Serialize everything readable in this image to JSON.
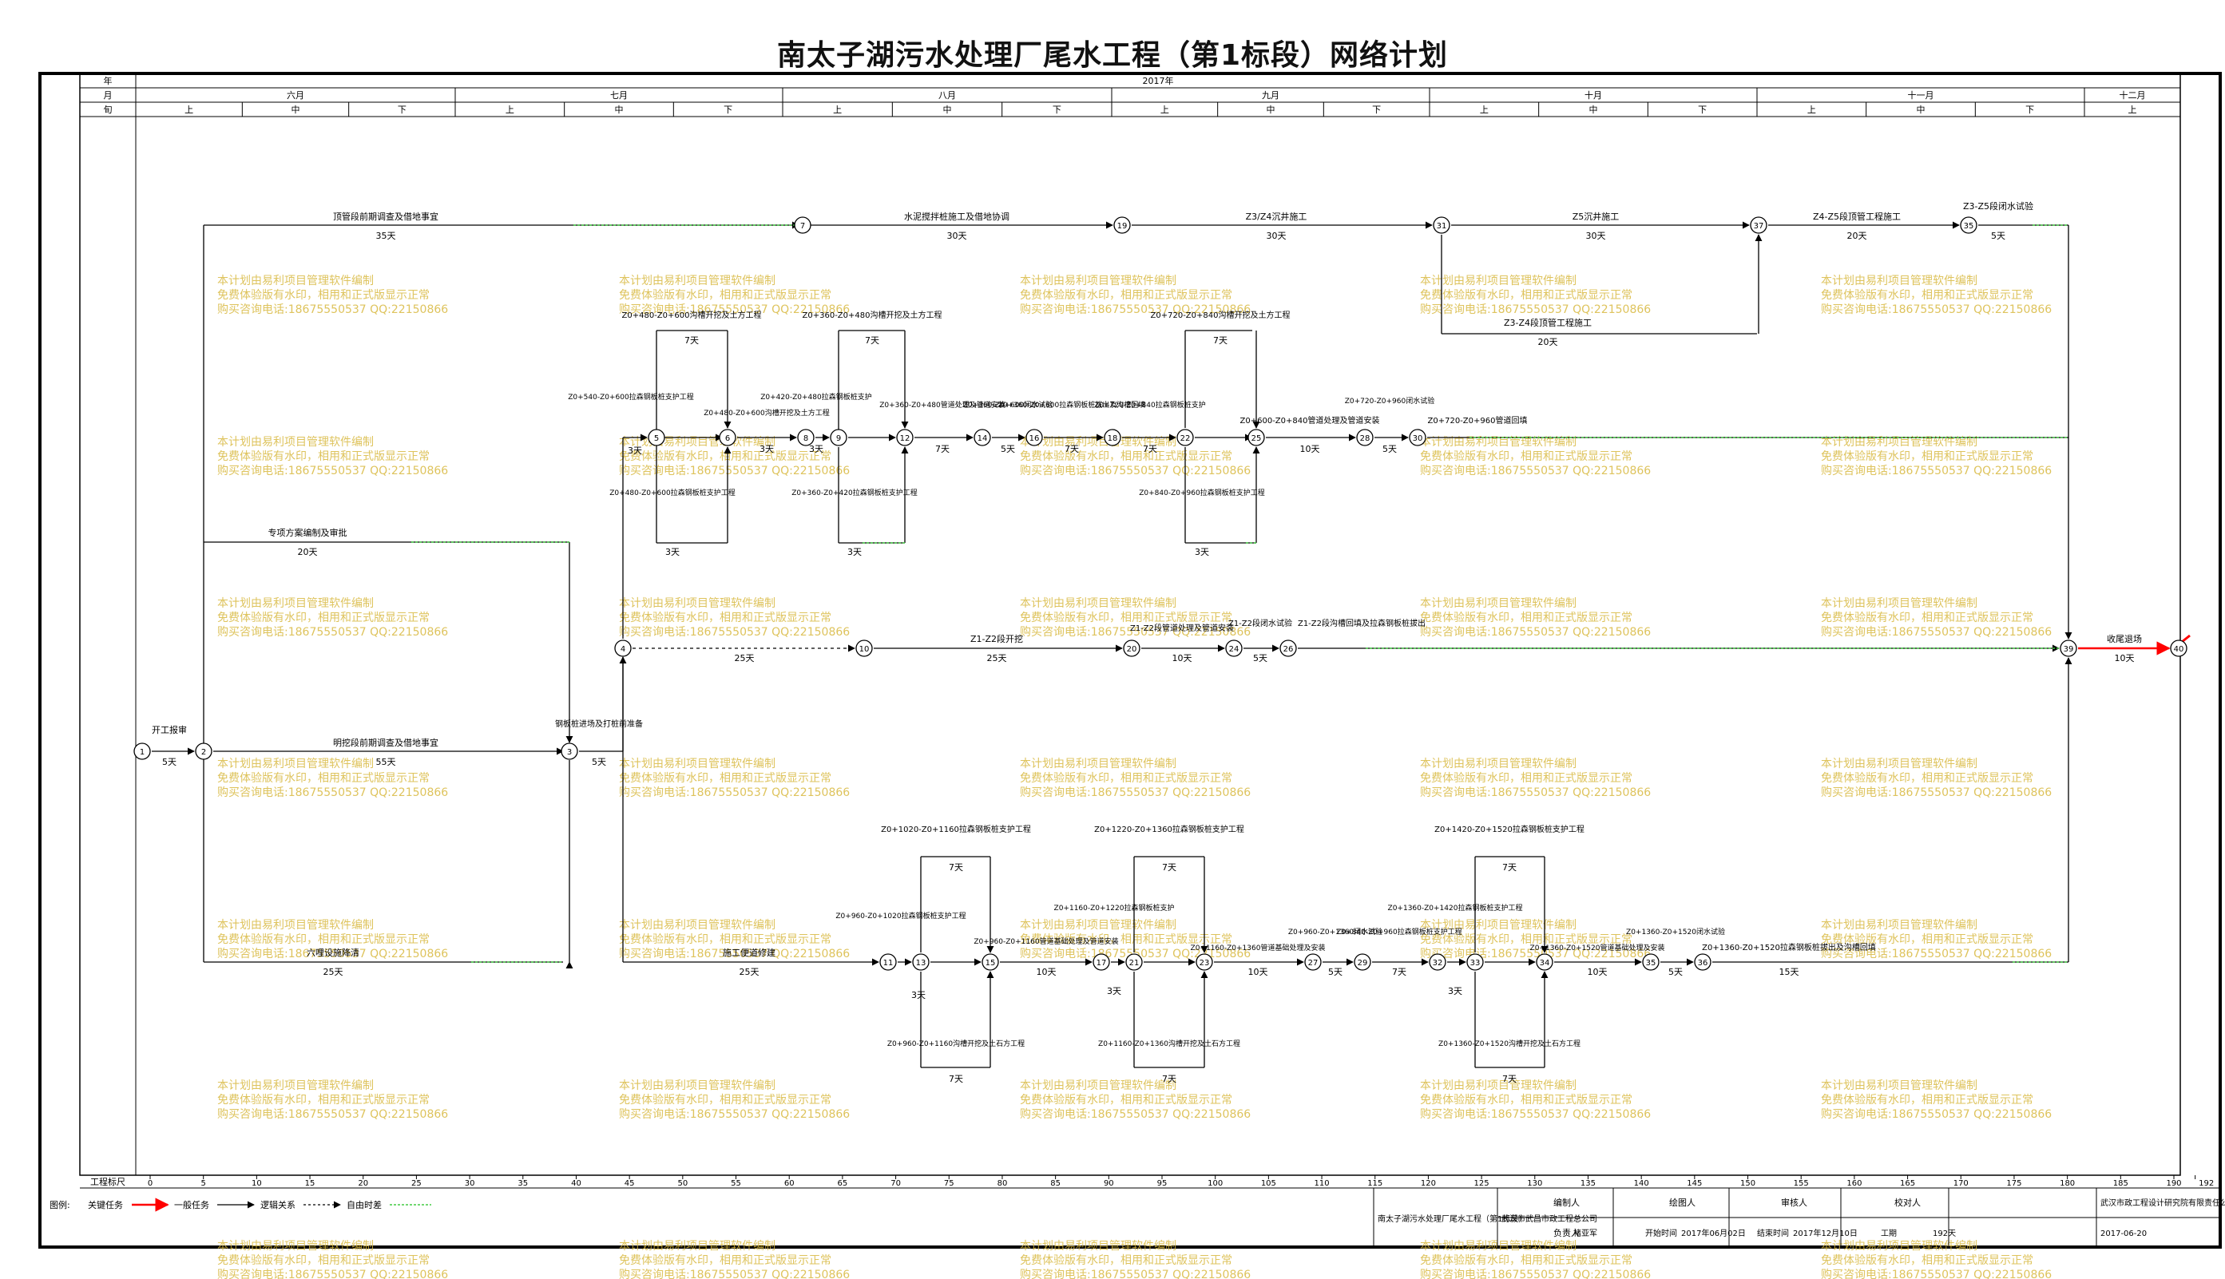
{
  "title": "南太子湖污水处理厂尾水工程（第1标段）网络计划",
  "header": {
    "row_labels": [
      "年",
      "月",
      "旬"
    ],
    "year": "2017年",
    "months": [
      "六月",
      "七月",
      "八月",
      "九月",
      "十月",
      "十一月",
      "十二月"
    ],
    "dekads": [
      "上",
      "中",
      "下"
    ],
    "last_dekad": "上"
  },
  "scale": {
    "label": "工程标尺",
    "ticks": [
      "0",
      "5",
      "10",
      "15",
      "20",
      "25",
      "30",
      "35",
      "40",
      "45",
      "50",
      "55",
      "60",
      "65",
      "70",
      "75",
      "80",
      "85",
      "90",
      "95",
      "100",
      "105",
      "110",
      "115",
      "120",
      "125",
      "130",
      "135",
      "140",
      "145",
      "150",
      "155",
      "160",
      "165",
      "170",
      "175",
      "180",
      "185",
      "190",
      "192"
    ]
  },
  "legend": {
    "label": "图例:",
    "items": [
      "关键任务",
      "一般任务",
      "逻辑关系",
      "自由时差"
    ],
    "critical_color": "#ff0000",
    "float_color": "#44cc44"
  },
  "info": {
    "project": "南太子湖污水处理厂尾水工程（第1标段）",
    "company": "武汉市武昌市政工程总公司",
    "fields": [
      {
        "label": "编制人",
        "value": ""
      },
      {
        "label": "绘图人",
        "value": ""
      },
      {
        "label": "审核人",
        "value": ""
      },
      {
        "label": "校对人",
        "value": ""
      },
      {
        "label": "负责人",
        "value": "褚亚军"
      },
      {
        "label": "开始时间",
        "value": "2017年06月02日"
      },
      {
        "label": "结束时间",
        "value": "2017年12月10日"
      },
      {
        "label": "工期",
        "value": "192天"
      }
    ],
    "designer": "武汉市政工程设计研究院有限责任公司",
    "date": "2017-06-20"
  },
  "watermark": [
    "本计划由易利项目管理软件编制",
    "免费体验版有水印，相用和正式版显示正常",
    "购买咨询电话:18675550537 QQ:22150866"
  ],
  "activities": [
    {
      "text": "开工报审",
      "dur": "5天"
    },
    {
      "text": "顶管段前期调查及借地事宜",
      "dur": "35天"
    },
    {
      "text": "水泥搅拌桩施工及借地协调",
      "dur": "30天"
    },
    {
      "text": "Z3/Z4沉井施工",
      "dur": "30天"
    },
    {
      "text": "Z5沉井施工",
      "dur": "30天"
    },
    {
      "text": "Z4-Z5段顶管工程施工",
      "dur": "20天"
    },
    {
      "text": "Z3-Z5段闭水试验",
      "dur": "5天"
    },
    {
      "text": "Z3-Z4段顶管工程施工",
      "dur": "20天"
    },
    {
      "text": "专项方案编制及审批",
      "dur": "20天"
    },
    {
      "text": "明挖段前期调查及借地事宜",
      "dur": "55天"
    },
    {
      "text": "钢板桩进场及打桩前准备",
      "dur": "5天"
    },
    {
      "text": "Z1-Z2段开挖",
      "dur": "25天"
    },
    {
      "text": "Z1-Z2段管道处理及管道安装",
      "dur": "10天"
    },
    {
      "text": "Z1-Z2段闭水试验",
      "dur": "5天"
    },
    {
      "text": "Z1-Z2段沟槽回填及拉森钢板桩拔出",
      "dur": ""
    },
    {
      "text": "收尾退场",
      "dur": "10天"
    },
    {
      "text": "六哩设施降清",
      "dur": "25天"
    },
    {
      "text": "施工便道修建",
      "dur": "25天"
    },
    {
      "text": "Z0+480-Z0+600沟槽开挖及土方工程",
      "dur": "7天"
    },
    {
      "text": "Z0+540-Z0+600拉森钢板桩支护工程",
      "dur": "3天"
    },
    {
      "text": "Z0+480-Z0+600拉森钢板桩支护工程",
      "dur": "3天"
    },
    {
      "text": "Z0+480-Z0+600沟槽开挖及土方工程",
      "dur": "3天"
    },
    {
      "text": "Z0+360-Z0+480沟槽开挖及土方工程",
      "dur": "7天"
    },
    {
      "text": "Z0+420-Z0+480拉森钢板桩支护",
      "dur": "3天"
    },
    {
      "text": "Z0+360-Z0+420拉森钢板桩支护工程",
      "dur": "3天"
    },
    {
      "text": "Z0+360-Z0+480管道处理及管道安装",
      "dur": "7天"
    },
    {
      "text": "Z0+360-Z0+600闭水试验",
      "dur": "5天"
    },
    {
      "text": "Z0+360-Z0+600拉森钢板桩拔出及沟槽回填",
      "dur": "7天"
    },
    {
      "text": "Z0+720-Z0+840拉森钢板桩支护",
      "dur": "7天"
    },
    {
      "text": "Z0+720-Z0+840沟槽开挖及土方工程",
      "dur": "7天"
    },
    {
      "text": "Z0+840-Z0+960拉森钢板桩支护工程",
      "dur": "3天"
    },
    {
      "text": "Z0+600-Z0+840管道处理及管道安装",
      "dur": "10天"
    },
    {
      "text": "Z0+720-Z0+960闭水试验",
      "dur": "5天"
    },
    {
      "text": "Z0+720-Z0+960管道回填",
      "dur": ""
    },
    {
      "text": "Z0+1020-Z0+1160拉森钢板桩支护工程",
      "dur": "7天"
    },
    {
      "text": "Z0+960-Z0+1020拉森钢板桩支护工程",
      "dur": "3天"
    },
    {
      "text": "Z0+960-Z0+1160沟槽开挖及土石方工程",
      "dur": "7天"
    },
    {
      "text": "Z0+960-Z0+1160管道基础处理及管道安装",
      "dur": "10天"
    },
    {
      "text": "Z0+1220-Z0+1360拉森钢板桩支护工程",
      "dur": "7天"
    },
    {
      "text": "Z0+1160-Z0+1220拉森钢板桩支护",
      "dur": "3天"
    },
    {
      "text": "Z0+1160-Z0+1360沟槽开挖及土石方工程",
      "dur": "7天"
    },
    {
      "text": "Z0+1160-Z0+1360管道基础处理及安装",
      "dur": "10天"
    },
    {
      "text": "Z0+960-Z0+1360闭水试验",
      "dur": "5天"
    },
    {
      "text": "Z0+840-Z0+960拉森钢板桩支护工程",
      "dur": "7天"
    },
    {
      "text": "Z0+1420-Z0+1520拉森钢板桩支护工程",
      "dur": "7天"
    },
    {
      "text": "Z0+1360-Z0+1420拉森钢板桩支护工程",
      "dur": "3天"
    },
    {
      "text": "Z0+1360-Z0+1520沟槽开挖及土石方工程",
      "dur": "7天"
    },
    {
      "text": "Z0+1360-Z0+1520管道基础处理及安装",
      "dur": "10天"
    },
    {
      "text": "Z0+1360-Z0+1520闭水试验",
      "dur": "5天"
    },
    {
      "text": "Z0+1360-Z0+1520拉森钢板桩拔出及沟槽回填",
      "dur": "15天"
    }
  ]
}
